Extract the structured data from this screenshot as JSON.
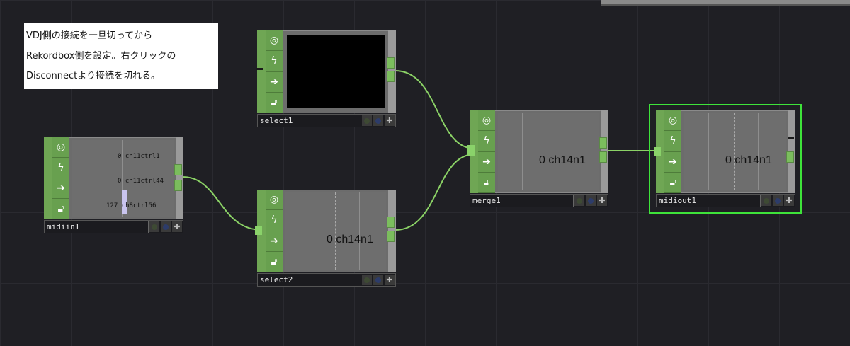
{
  "canvas": {
    "background": "#1f1f24",
    "accent_green": "#3ee33a",
    "operator_green": "#6fa654",
    "wire_color": "#8bd266"
  },
  "note": {
    "lines": [
      "VDJ側の接続を一旦切ってから",
      "Rekordbox側を設定。右クリックの",
      "Disconnectより接続を切れる。"
    ]
  },
  "nodes": {
    "midiin1": {
      "name": "midiin1",
      "channels": [
        {
          "value": "0",
          "label": "ch11ctrl1"
        },
        {
          "value": "0",
          "label": "ch11ctrl44"
        },
        {
          "value": "127",
          "label": "ch8ctrl56"
        }
      ]
    },
    "select1": {
      "name": "select1"
    },
    "select2": {
      "name": "select2",
      "value": "0 ch14n1"
    },
    "merge1": {
      "name": "merge1",
      "value": "0 ch14n1"
    },
    "midiout1": {
      "name": "midiout1",
      "value": "0 ch14n1",
      "selected": true
    }
  },
  "icons": [
    "viewer-toggle-icon",
    "lightning-icon",
    "arrow-right-icon",
    "lock-icon"
  ]
}
